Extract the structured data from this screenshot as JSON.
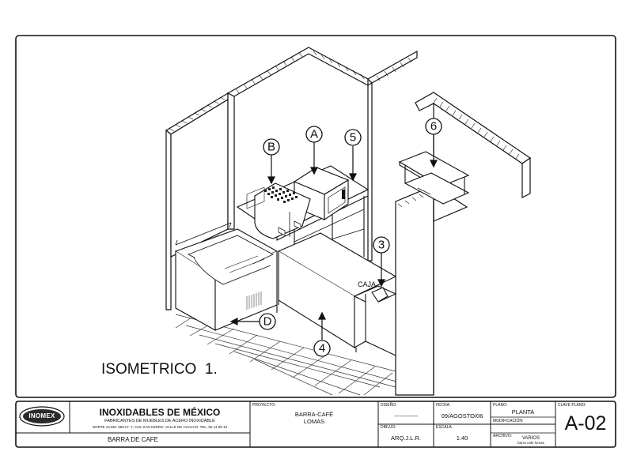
{
  "drawing": {
    "view_title": "ISOMETRICO  1.",
    "callouts": [
      "A",
      "B",
      "3",
      "4",
      "5",
      "6",
      "D"
    ],
    "caja_label": "CAJA"
  },
  "title_block": {
    "logo_text": "INOMEX",
    "company_name": "INOXIDABLES DE MÉXICO",
    "company_tagline": "FABRICANTES DE MUEBLES DE ACERO INOXIDABLE",
    "company_address": "NORTE 14-MZ. 560-LT. 7, COL SAN ISIDRO, VALLE DE CHALCO. TEL. 56 14 98 10",
    "drawing_name": "BARRA DE CAFE",
    "proyecto_label": "PROYECTO:",
    "proyecto_value": "BARRA-CAFÉ\nLOMAS",
    "diseno_label": "DISEÑO:",
    "diseno_value": "------------",
    "dibujo_label": "DIBUJO:",
    "dibujo_value": "ARQ.J.L.R.",
    "fecha_label": "FECHA:",
    "fecha_value": "09/AGOSTO/06",
    "escala_label": "ESCALA:",
    "escala_value": "1:40",
    "plano_label": "PLANO:",
    "plano_value": "PLANTA",
    "modificacion_label": "MODIFICACIÓN:",
    "archivo_label": "ARCHIVO:",
    "archivo_value": "VARIOS",
    "archivo_sub": "barra-cafe lomas",
    "clave_label": "CLAVE PLANO:",
    "clave_value": "A-02"
  }
}
